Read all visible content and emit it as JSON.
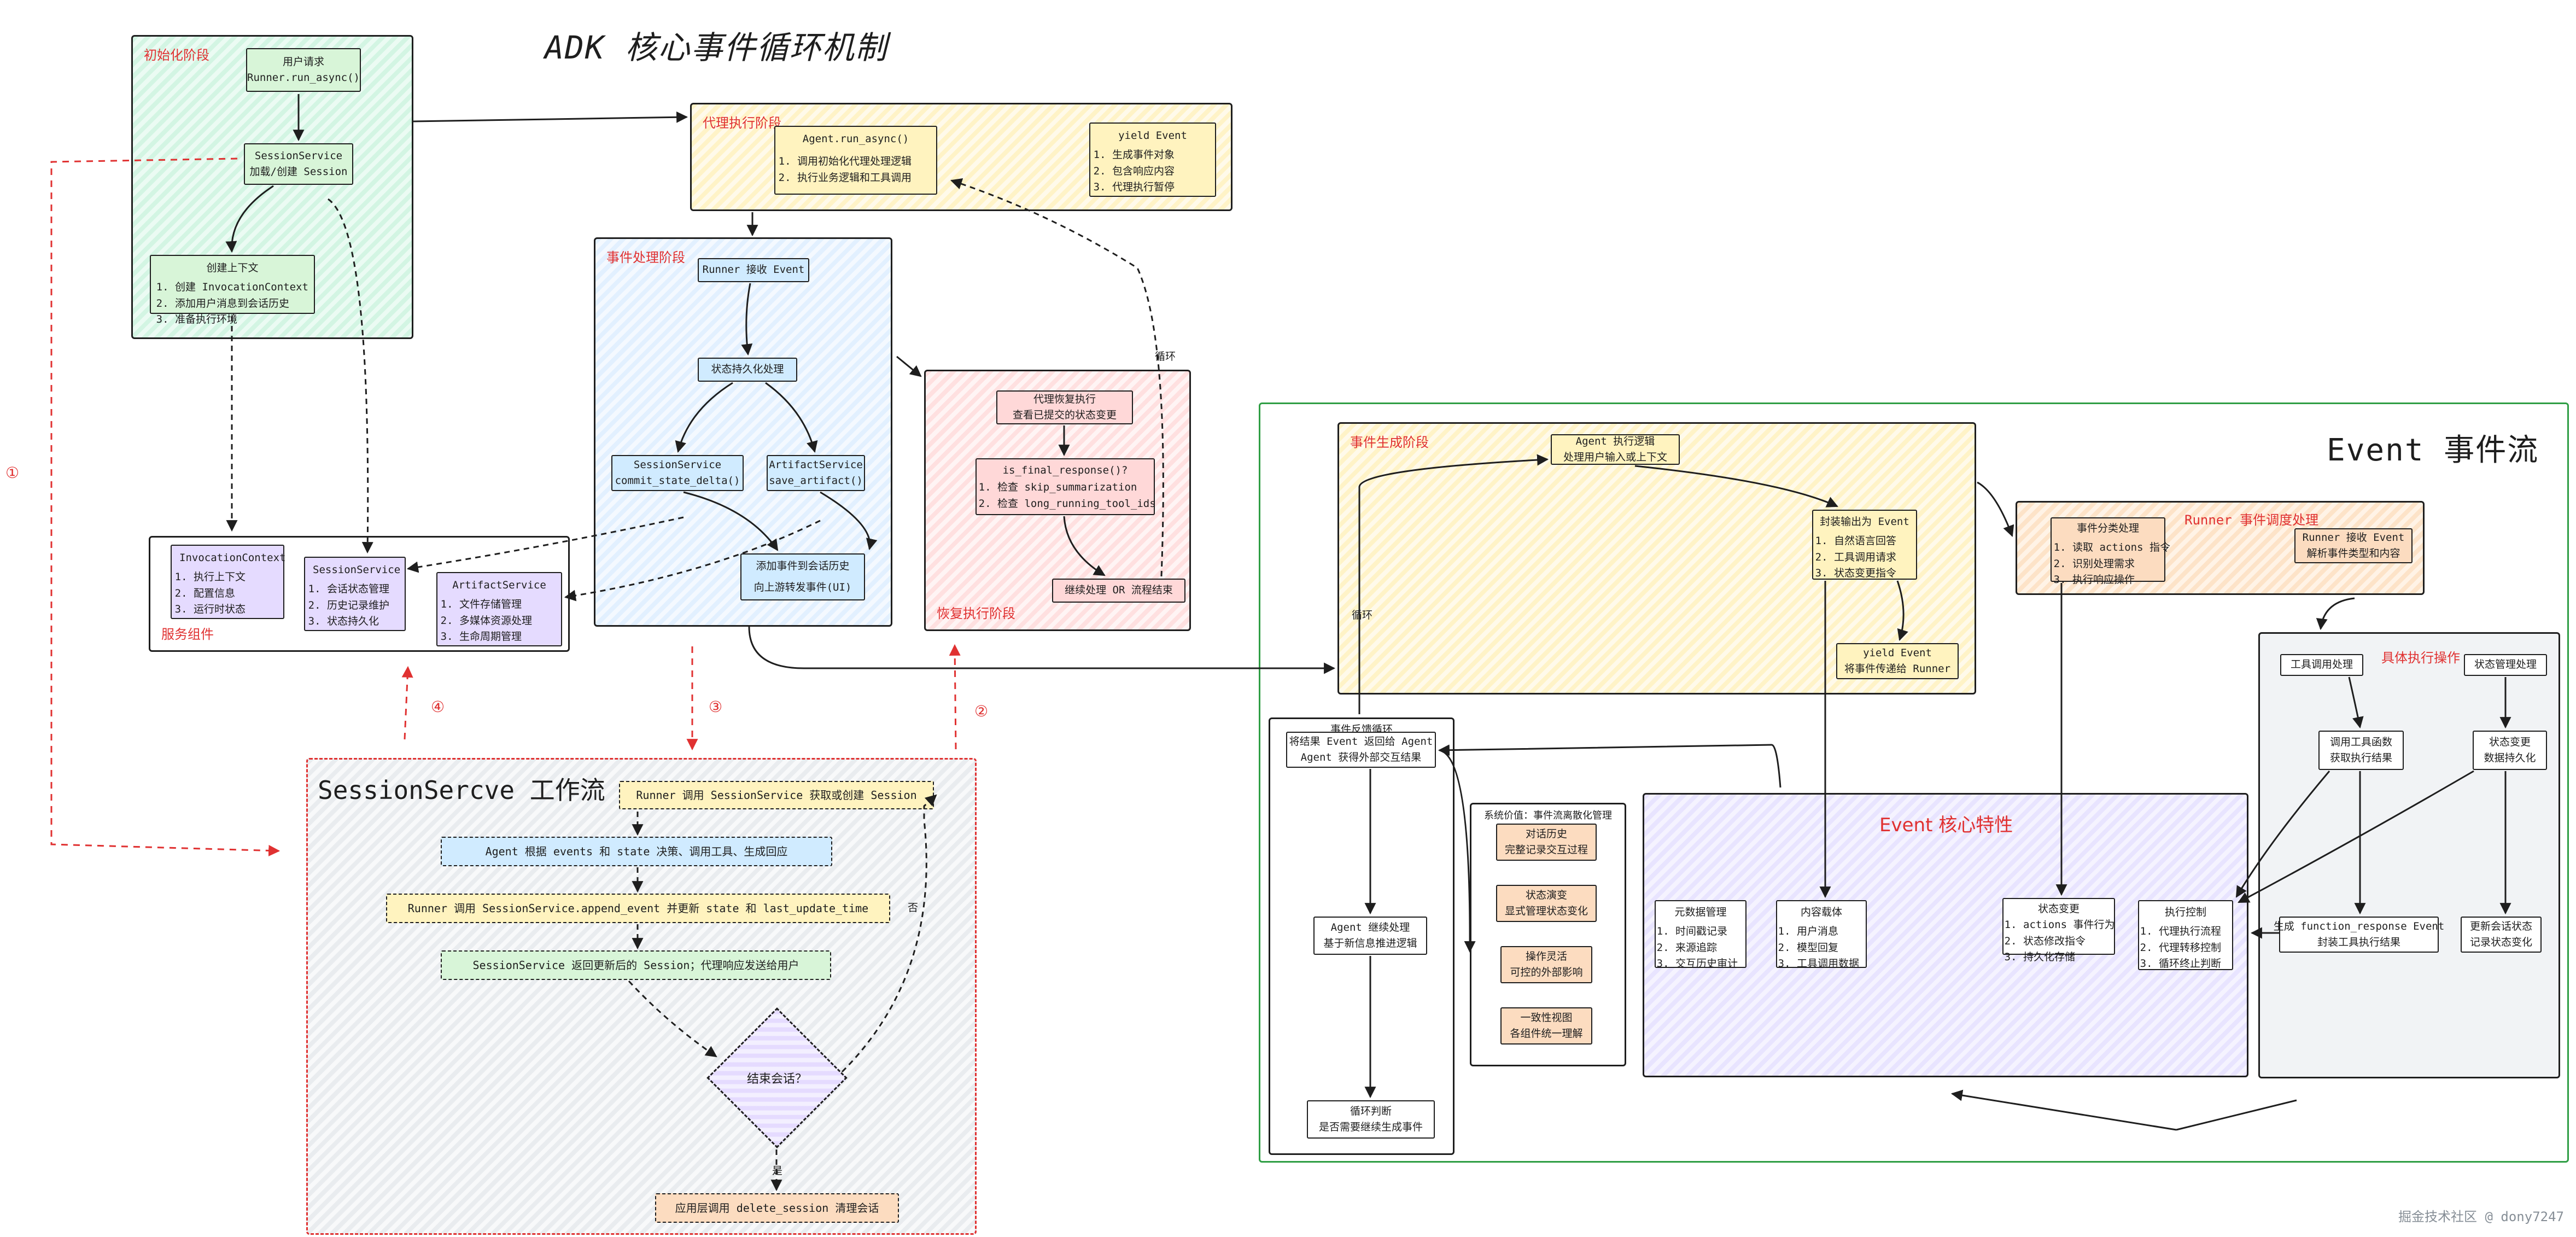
{
  "title": "ADK 核心事件循环机制",
  "event_flow_title": "Event 事件流",
  "session_flow_title": "SessionSercve 工作流",
  "watermark": "掘金技术社区 @ dony7247",
  "markers": {
    "one": "①",
    "two": "②",
    "three": "③",
    "four": "④"
  },
  "labels": {
    "loop": "循环",
    "loop2": "循环",
    "no": "否",
    "yes": "是"
  },
  "init_stage": {
    "title": "初始化阶段",
    "user_request": {
      "title": "用户请求",
      "sub": "Runner.run_async()"
    },
    "session_service": {
      "title": "SessionService",
      "sub": "加载/创建 Session"
    },
    "create_context": {
      "title": "创建上下文",
      "items": [
        "创建 InvocationContext",
        "添加用户消息到会话历史",
        "准备执行环境"
      ]
    }
  },
  "service_components": {
    "title": "服务组件",
    "invocation_context": {
      "title": "InvocationContext",
      "items": [
        "执行上下文",
        "配置信息",
        "运行时状态"
      ]
    },
    "session_service": {
      "title": "SessionService",
      "items": [
        "会话状态管理",
        "历史记录维护",
        "状态持久化"
      ]
    },
    "artifact_service": {
      "title": "ArtifactService",
      "items": [
        "文件存储管理",
        "多媒体资源处理",
        "生命周期管理"
      ]
    }
  },
  "agent_stage": {
    "title": "代理执行阶段",
    "run_async": {
      "title": "Agent.run_async()",
      "items": [
        "调用初始化代理处理逻辑",
        "执行业务逻辑和工具调用"
      ]
    },
    "yield_event": {
      "title": "yield Event",
      "items": [
        "生成事件对象",
        "包含响应内容",
        "代理执行暂停"
      ]
    }
  },
  "event_processing": {
    "title": "事件处理阶段",
    "runner_receive": "Runner 接收 Event",
    "state_persist": "状态持久化处理",
    "commit": {
      "title": "SessionService",
      "sub": "commit_state_delta()"
    },
    "save_artifact": {
      "title": "ArtifactService",
      "sub": "save_artifact()"
    },
    "append_history": {
      "line1": "添加事件到会话历史",
      "line2": "向上游转发事件(UI)"
    }
  },
  "resume_stage": {
    "title": "恢复执行阶段",
    "resume": {
      "line1": "代理恢复执行",
      "line2": "查看已提交的状态变更"
    },
    "is_final": {
      "title": "is_final_response()?",
      "items": [
        "检查 skip_summarization",
        "检查 long_running_tool_ids"
      ]
    },
    "continue_or_end": "继续处理 OR 流程结束"
  },
  "session_workflow": {
    "step1": "Runner 调用 SessionService 获取或创建 Session",
    "step2": "Agent 根据 events 和 state 决策、调用工具、生成回应",
    "step3": "Runner 调用 SessionService.append_event 并更新 state 和 last_update_time",
    "step4": "SessionService 返回更新后的 Session；代理响应发送给用户",
    "decision": "结束会话？",
    "final": "应用层调用 delete_session 清理会话"
  },
  "event_generation": {
    "title": "事件生成阶段",
    "agent_logic": {
      "line1": "Agent 执行逻辑",
      "line2": "处理用户输入或上下文"
    },
    "produce_event": {
      "title": "封装输出为 Event",
      "items": [
        "自然语言回答",
        "工具调用请求",
        "状态变更指令"
      ]
    },
    "yield_event": {
      "line1": "yield Event",
      "line2": "将事件传递给 Runner"
    }
  },
  "runner_dispatch": {
    "title": "Runner 事件调度处理",
    "dispatch": {
      "title": "事件分类处理",
      "items": [
        "读取 actions 指令",
        "识别处理需求",
        "执行响应操作"
      ]
    },
    "receive": {
      "line1": "Runner 接收 Event",
      "line2": "解析事件类型和内容"
    }
  },
  "execution_ops": {
    "title": "具体执行操作",
    "tool_call": "工具调用处理",
    "state_mgmt": "状态管理处理",
    "invoke_tool": {
      "line1": "调用工具函数",
      "line2": "获取执行结果"
    },
    "state_change": {
      "line1": "状态变更",
      "line2": "数据持久化"
    },
    "function_response": {
      "line1": "生成 function_response Event",
      "line2": "封装工具执行结果"
    },
    "update_state": {
      "line1": "更新会话状态",
      "line2": "记录状态变化"
    }
  },
  "feedback_loop": {
    "title": "事件反馈循环",
    "return_result": {
      "line1": "将结果 Event 返回给 Agent",
      "line2": "Agent 获得外部交互结果"
    },
    "continue": {
      "line1": "Agent 继续处理",
      "line2": "基于新信息推进逻辑"
    },
    "loop_judge": {
      "line1": "循环判断",
      "line2": "是否需要继续生成事件"
    }
  },
  "system_value": {
    "title": "系统价值：事件流离散化管理",
    "items": [
      {
        "line1": "对话历史",
        "line2": "完整记录交互过程"
      },
      {
        "line1": "状态演变",
        "line2": "显式管理状态变化"
      },
      {
        "line1": "操作灵活",
        "line2": "可控的外部影响"
      },
      {
        "line1": "一致性视图",
        "line2": "各组件统一理解"
      }
    ]
  },
  "core_features": {
    "title": "Event 核心特性",
    "metadata": {
      "title": "元数据管理",
      "items": [
        "时间戳记录",
        "来源追踪",
        "交互历史审计"
      ]
    },
    "content": {
      "title": "内容载体",
      "items": [
        "用户消息",
        "模型回复",
        "工具调用数据"
      ]
    },
    "state_change": {
      "title": "状态变更",
      "items": [
        "actions 事件行为",
        "状态修改指令",
        "持久化存储"
      ]
    },
    "exec_control": {
      "title": "执行控制",
      "items": [
        "代理执行流程",
        "代理转移控制",
        "循环终止判断"
      ]
    }
  },
  "colors": {
    "accent_red": "#e03131",
    "frame_green": "#2f9e44",
    "stroke": "#1e1e1e"
  }
}
